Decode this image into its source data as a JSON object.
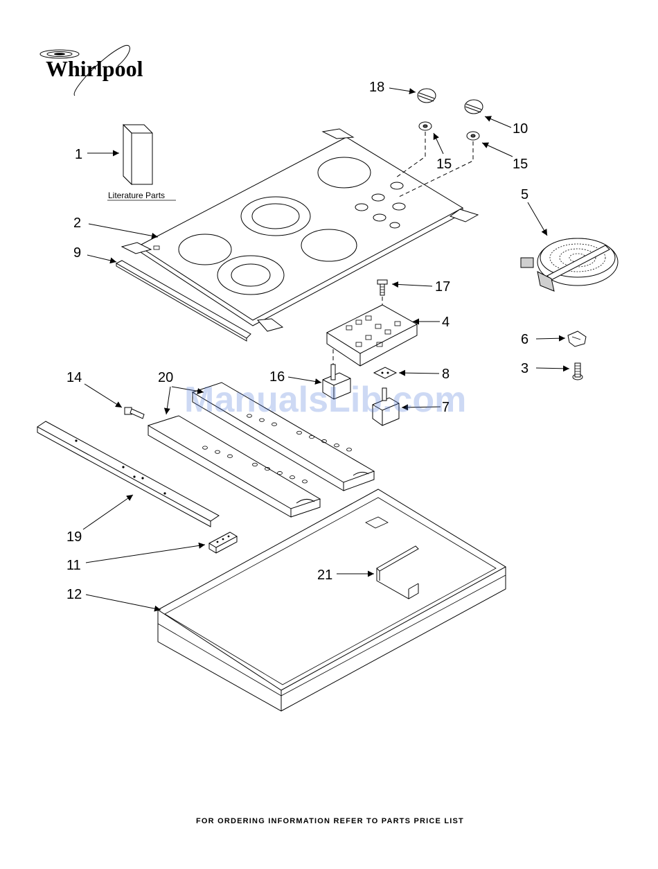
{
  "brand": {
    "logo_text": "Whirlpool"
  },
  "literature_label": "Literature Parts",
  "footer_text": "FOR ORDERING INFORMATION REFER TO PARTS PRICE LIST",
  "watermark": "ManualsLib.com",
  "callouts": {
    "c1": "1",
    "c2": "2",
    "c3": "3",
    "c4": "4",
    "c5": "5",
    "c6": "6",
    "c7": "7",
    "c8": "8",
    "c9": "9",
    "c10": "10",
    "c11": "11",
    "c12": "12",
    "c14": "14",
    "c15a": "15",
    "c15b": "15",
    "c16": "16",
    "c17": "17",
    "c18": "18",
    "c19": "19",
    "c20": "20",
    "c21": "21"
  }
}
